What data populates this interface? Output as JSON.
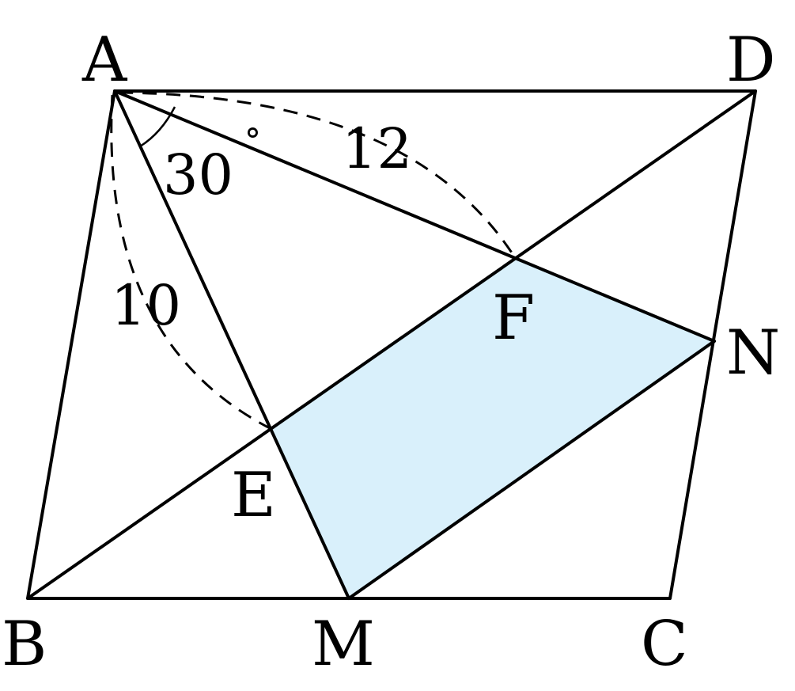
{
  "diagram": {
    "points": {
      "A": "A",
      "B": "B",
      "C": "C",
      "D": "D",
      "E": "E",
      "F": "F",
      "M": "M",
      "N": "N"
    },
    "annotations": {
      "angle": "30",
      "degree_symbol": "°",
      "length_AF": "12",
      "length_AE": "10"
    },
    "colors": {
      "shaded_region": "#d9f0fb",
      "stroke": "#000000"
    }
  }
}
